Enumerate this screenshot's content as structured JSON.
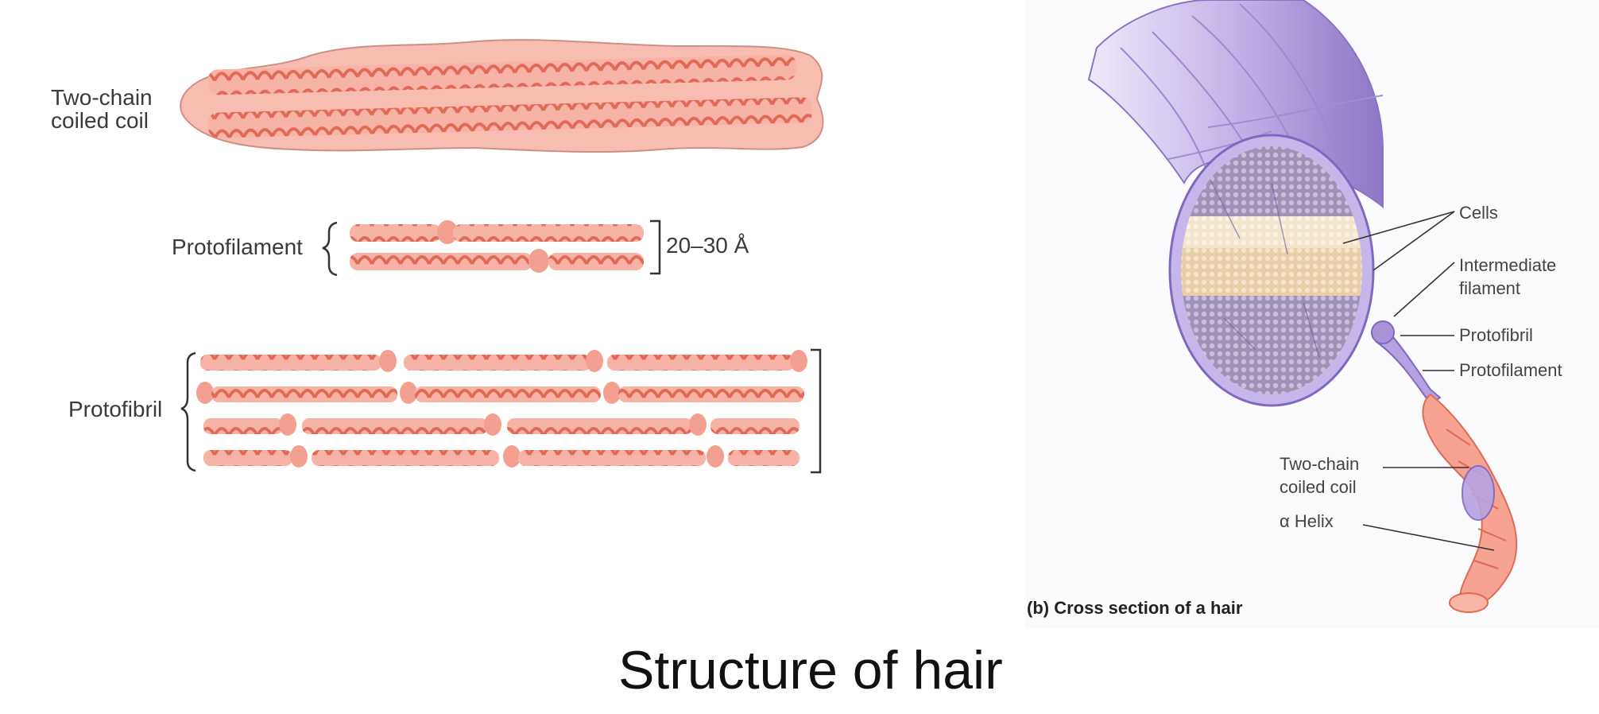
{
  "left": {
    "coiled_coil_label": "Two-chain\ncoiled coil",
    "protofilament_label": "Protofilament",
    "dimension_label": "20–30 Å",
    "protofibril_label": "Protofibril"
  },
  "right": {
    "cells_label": "Cells",
    "intermediate_filament_label": "Intermediate\nfilament",
    "protofibril_label": "Protofibril",
    "protofilament_label": "Protofilament",
    "coiled_coil_label": "Two-chain\ncoiled coil",
    "alpha_helix_label": "α Helix",
    "caption": "(b)  Cross section of a hair"
  },
  "title": "Structure of hair",
  "colors": {
    "coil_fill": "#f4a090",
    "coil_stroke": "#e0705c",
    "surface": "#f3b3a6",
    "hair_purple": "#b9a6e0",
    "hair_dark": "#7d67bb",
    "core_tan": "#e9c9a0"
  }
}
